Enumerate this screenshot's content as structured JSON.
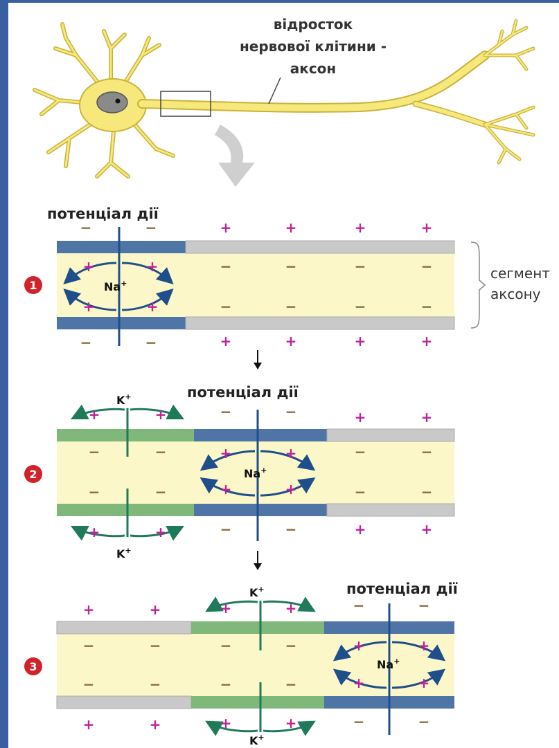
{
  "neuron": {
    "label_line1": "відросток",
    "label_line2": "нервової клітини -",
    "label_line3": "аксон"
  },
  "segment_label_line1": "сегмент",
  "segment_label_line2": "аксону",
  "action_potential_label": "потенціал дії",
  "ions": {
    "na": "Na",
    "k": "K",
    "sup": "+"
  },
  "stages": [
    {
      "number": "1"
    },
    {
      "number": "2"
    },
    {
      "number": "3"
    }
  ],
  "colors": {
    "depolarized": "#4f74a6",
    "repolarizing": "#7fb87a",
    "resting": "#c9c9c9",
    "axoplasm": "#fcf7c8",
    "plus_sign": "#c0209a",
    "minus_sign": "#8a6a3a",
    "na_arrow": "#1f4f8a",
    "k_arrow": "#1f7a5a",
    "stage_badge": "#d0232a",
    "neuron_fill": "#f6e87a",
    "neuron_stroke": "#c9b23a"
  }
}
